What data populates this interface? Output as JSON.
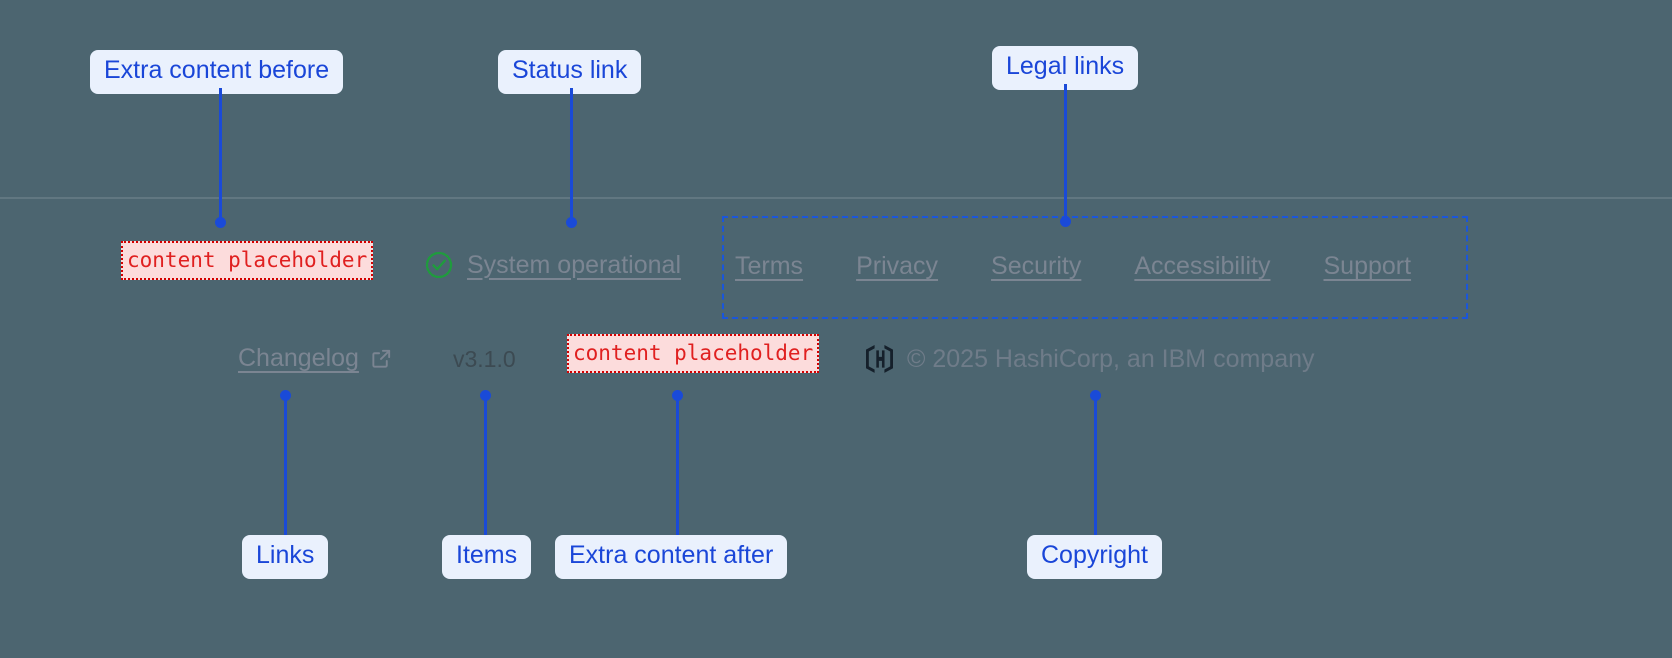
{
  "theme": {
    "background": "#4c6570",
    "divider": "rgba(255,255,255,0.12)",
    "annotation_blue": "#1a46d8",
    "annotation_chip_bg": "#eaf1fd",
    "placeholder_red": "#e02020",
    "placeholder_bg": "#fcdcdc",
    "link_muted": "#7b8592",
    "status_green": "#1f9c3d"
  },
  "footer": {
    "extra_content_before": {
      "text": "content placeholder",
      "icon": "content-placeholder-chip"
    },
    "status": {
      "icon": "check-circle-icon",
      "label": "System operational"
    },
    "legal_links": [
      {
        "label": "Terms"
      },
      {
        "label": "Privacy"
      },
      {
        "label": "Security"
      },
      {
        "label": "Accessibility"
      },
      {
        "label": "Support"
      }
    ],
    "changelog": {
      "label": "Changelog",
      "icon": "external-link-icon"
    },
    "version": "v3.1.0",
    "extra_content_after": {
      "text": "content placeholder",
      "icon": "content-placeholder-chip"
    },
    "copyright": {
      "logo": "hashicorp-logo",
      "text": "© 2025 HashiCorp, an IBM company"
    }
  },
  "annotations": [
    {
      "id": "extra-content-before",
      "label": "Extra content before"
    },
    {
      "id": "status-link",
      "label": "Status link"
    },
    {
      "id": "legal-links",
      "label": "Legal links"
    },
    {
      "id": "links",
      "label": "Links"
    },
    {
      "id": "items",
      "label": "Items"
    },
    {
      "id": "extra-content-after",
      "label": "Extra content after"
    },
    {
      "id": "copyright",
      "label": "Copyright"
    }
  ]
}
